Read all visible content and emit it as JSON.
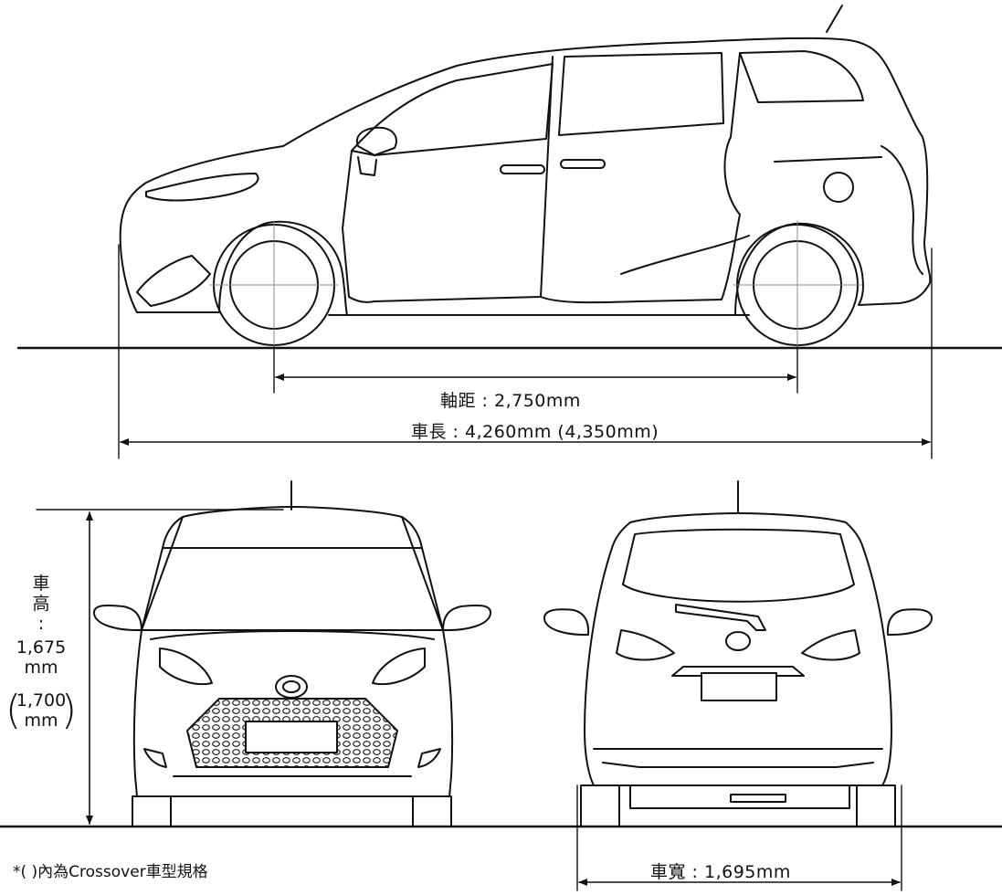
{
  "dimensions": {
    "wheelbase_label": "軸距 : 2,750mm",
    "length_label": "車長 : 4,260mm (4,350mm)",
    "height": {
      "char1": "車",
      "char2": "高",
      "colon": ":",
      "value": "1,675",
      "unit": "mm",
      "alt_value": "1,700",
      "alt_unit": "mm"
    },
    "width_label": "車寬 : 1,695mm"
  },
  "footnote": "*( )內為Crossover車型規格"
}
